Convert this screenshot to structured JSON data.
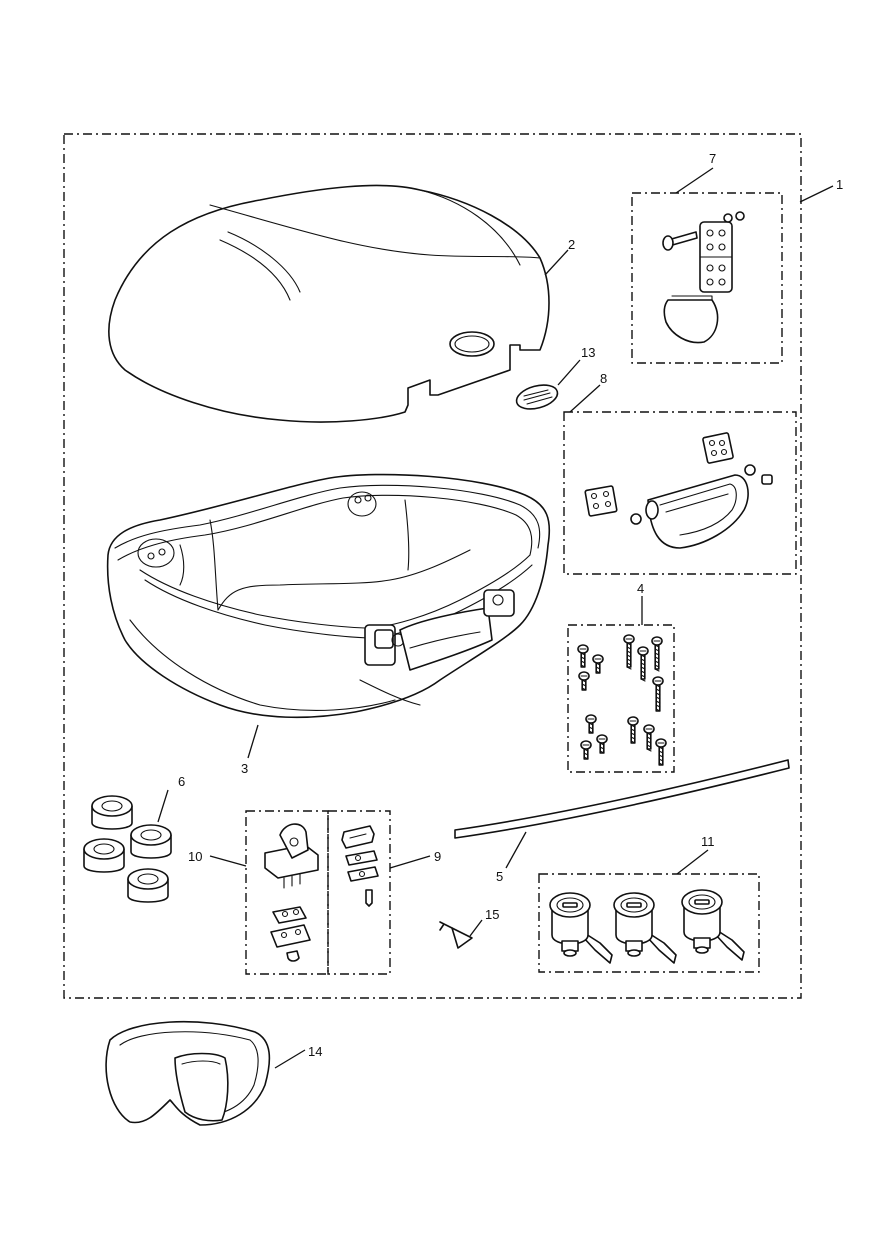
{
  "callouts": {
    "c1": "1",
    "c2": "2",
    "c3": "3",
    "c4": "4",
    "c5": "5",
    "c6": "6",
    "c7": "7",
    "c8": "8",
    "c9": "9",
    "c10": "10",
    "c11": "11",
    "c13": "13",
    "c14": "14",
    "c15": "15"
  },
  "colors": {
    "line": "#111111",
    "background": "#ffffff"
  }
}
